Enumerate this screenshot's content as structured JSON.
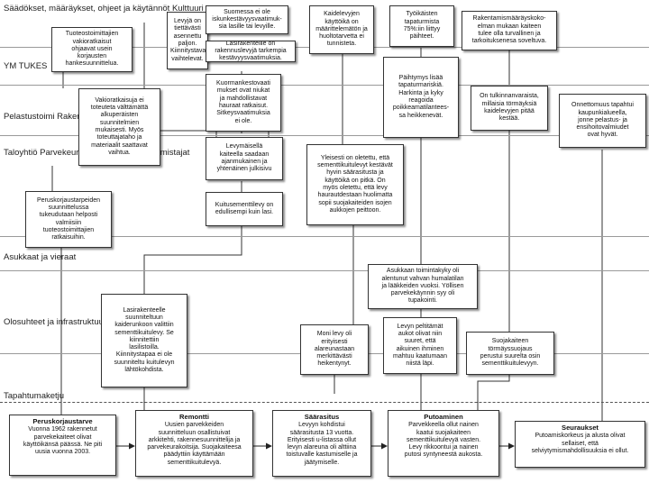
{
  "lanes": [
    {
      "label": "Säädökset, määräykset,\nohjeet ja käytännöt\nKulttuuri"
    },
    {
      "label": "YM\nTUKES"
    },
    {
      "label": "Pelastustoimi\nRakennusvalvonta"
    },
    {
      "label": "Taloyhtiö\nParvekeurakoitsija\nMateriaalivalmistajat"
    },
    {
      "label": "Asukkaat ja\nvieraat"
    },
    {
      "label": "Olosuhteet ja\ninfrastruktuuri\nTekniikka"
    },
    {
      "label": "Tapahtumaketju"
    }
  ],
  "factors": [
    {
      "text": "Tuoteostoimittajien\nvakioratkaisut\nohjaavat usein\nkorjausten\nhankesuunnittelua."
    },
    {
      "text": "Levyjä on\ntiettävästi\nasennettu\npaljon.\nKiinnitystavat\nvaihtelevat."
    },
    {
      "text": "Suomessa ei ole\niskunkestävyysvaatimuk-\nsia lasille tai levyille."
    },
    {
      "text": "Lasirakenteille on\nrakennuslevyjä tarkempia\nkestävyysvaatimuksia."
    },
    {
      "text": "Kaidelevyjen\nkäyttöikä on\nmäärittelemätön ja\nhuoltotarvetta ei\ntunnisteta."
    },
    {
      "text": "Työikäisten\ntapaturmista\n75%:iin liittyy\npäihteet."
    },
    {
      "text": "Rakentamismääräyskoko-\nelman mukaan kaiteen\ntulee olla turvallinen ja\ntarkoituksenesa soveltuva."
    },
    {
      "text": "Vakioratkaisuja ei\ntoteuteta välttämättä\nalkuperäisten\nsuunnitelmien\nmukaisesti. Myös\ntoteuttajataho ja\nmateriaalit saattavat\nvaihtua."
    },
    {
      "text": "Kuormankestovaati\nmukset ovat niukat\nja mahdollistavat\nhauraat ratkaisut.\nSitkeysvaatimuksia\nei ole."
    },
    {
      "text": "Päihtymys lisää\ntapaturmariskiä.\nHarkinta ja kyky\nreagoida\npoikkeamatilantees-\nsa heikkenevät."
    },
    {
      "text": "On tulkinnanvaraista,\nmillaisia törmäyksiä\nkaidelevyjen pitää\nkestää."
    },
    {
      "text": "Onnettomuus tapahtui\nkaupunkialueella,\njonne pelastus- ja\nensihoitovalmiudet\novat hyvät."
    },
    {
      "text": "Levymäisellä\nkaiteella saadaan\najanmukainen ja\nyhtenäinen julkisivu"
    },
    {
      "text": "Yleisesti on oletettu, että\nsementtikuitulevyt kestävät\nhyvin säärasitusta ja\nkäyttöikä on pitkä. On\nmyös oletettu, että levy\nhaurautdestaan huolimatta\nsopii suojakaiteiden isojen\naukkojen peittoon."
    },
    {
      "text": "Peruskorjaustarpeiden\nsuunnittelussa\ntukeudutaan helposti\nvalmiisiin\ntuoteostoimittajien\nratkaisuihin."
    },
    {
      "text": "Kuitusementtilevy on\nedullisempi kuin lasi."
    },
    {
      "text": "Asukkaan toimintakyky oli\nalentunut vahvan humalatilan\nja lääkkeiden vuoksi. Yöllisen\nparvekekäynnin syy oli\ntupakointi."
    },
    {
      "text": "Lasirakenteelle\nsuunniteltuun\nkaiderunkoon valittiin\nsementtikuitulevy. Se\nkiinnitettiin\nlasilistoilla.\nKiinnitystapaa ei ole\nsuunniteltu kuitulevyn\nlähtökohdista."
    },
    {
      "text": "Moni levy oli\nerityisesti\nalareunastaan\nmerkittävästi\nheikentynyt."
    },
    {
      "text": "Levyn peltitämät\naukot olivat niin\nsuuret, että\naikuinen ihminen\nmahtuu kaatumaan\nniistä läpi."
    },
    {
      "text": "Suojakaiteen\ntörmäyssuojaus\nperustui suurelta osin\nsementtikuitulevyyn."
    }
  ],
  "events": [
    {
      "title": "Peruskorjaustarve",
      "text": "Vuonna 1962 rakennetut\nparvekekaiteet olivat\nkäyttöikänsä päässä. Ne piti\nuusia vuonna 2003."
    },
    {
      "title": "Remontti",
      "text": "Uusien parvekkeiden\nsuunnitteluun osallistuivat\narkkitehti, rakennesuunnittelija ja\nparvekeurakoitsija. Suojakaiteesa\npäädyttiin käyttämään\nsementtikuitulevyä."
    },
    {
      "title": "Säärasitus",
      "text": "Levyyn kohdistui\nsäärasitusta 13 vuotta.\nErityisesti u-listassa ollut\nlevyn alareuna oli alttiina\ntoistuvalle kastumiselle ja\njäätymiselle."
    },
    {
      "title": "Putoaminen",
      "text": "Parvekkeella ollut nainen\nkaatui suojakaiteen\nsementtikuitulevyä vasten.\nLevy rikkoontui ja nainen\nputosi syntyneestä aukosta."
    },
    {
      "title": "Seuraukset",
      "text": "Putoamiskorkeus ja alusta olivat\nsellaiset, että\nselviytymismahdollisuuksia ei ollut."
    }
  ]
}
